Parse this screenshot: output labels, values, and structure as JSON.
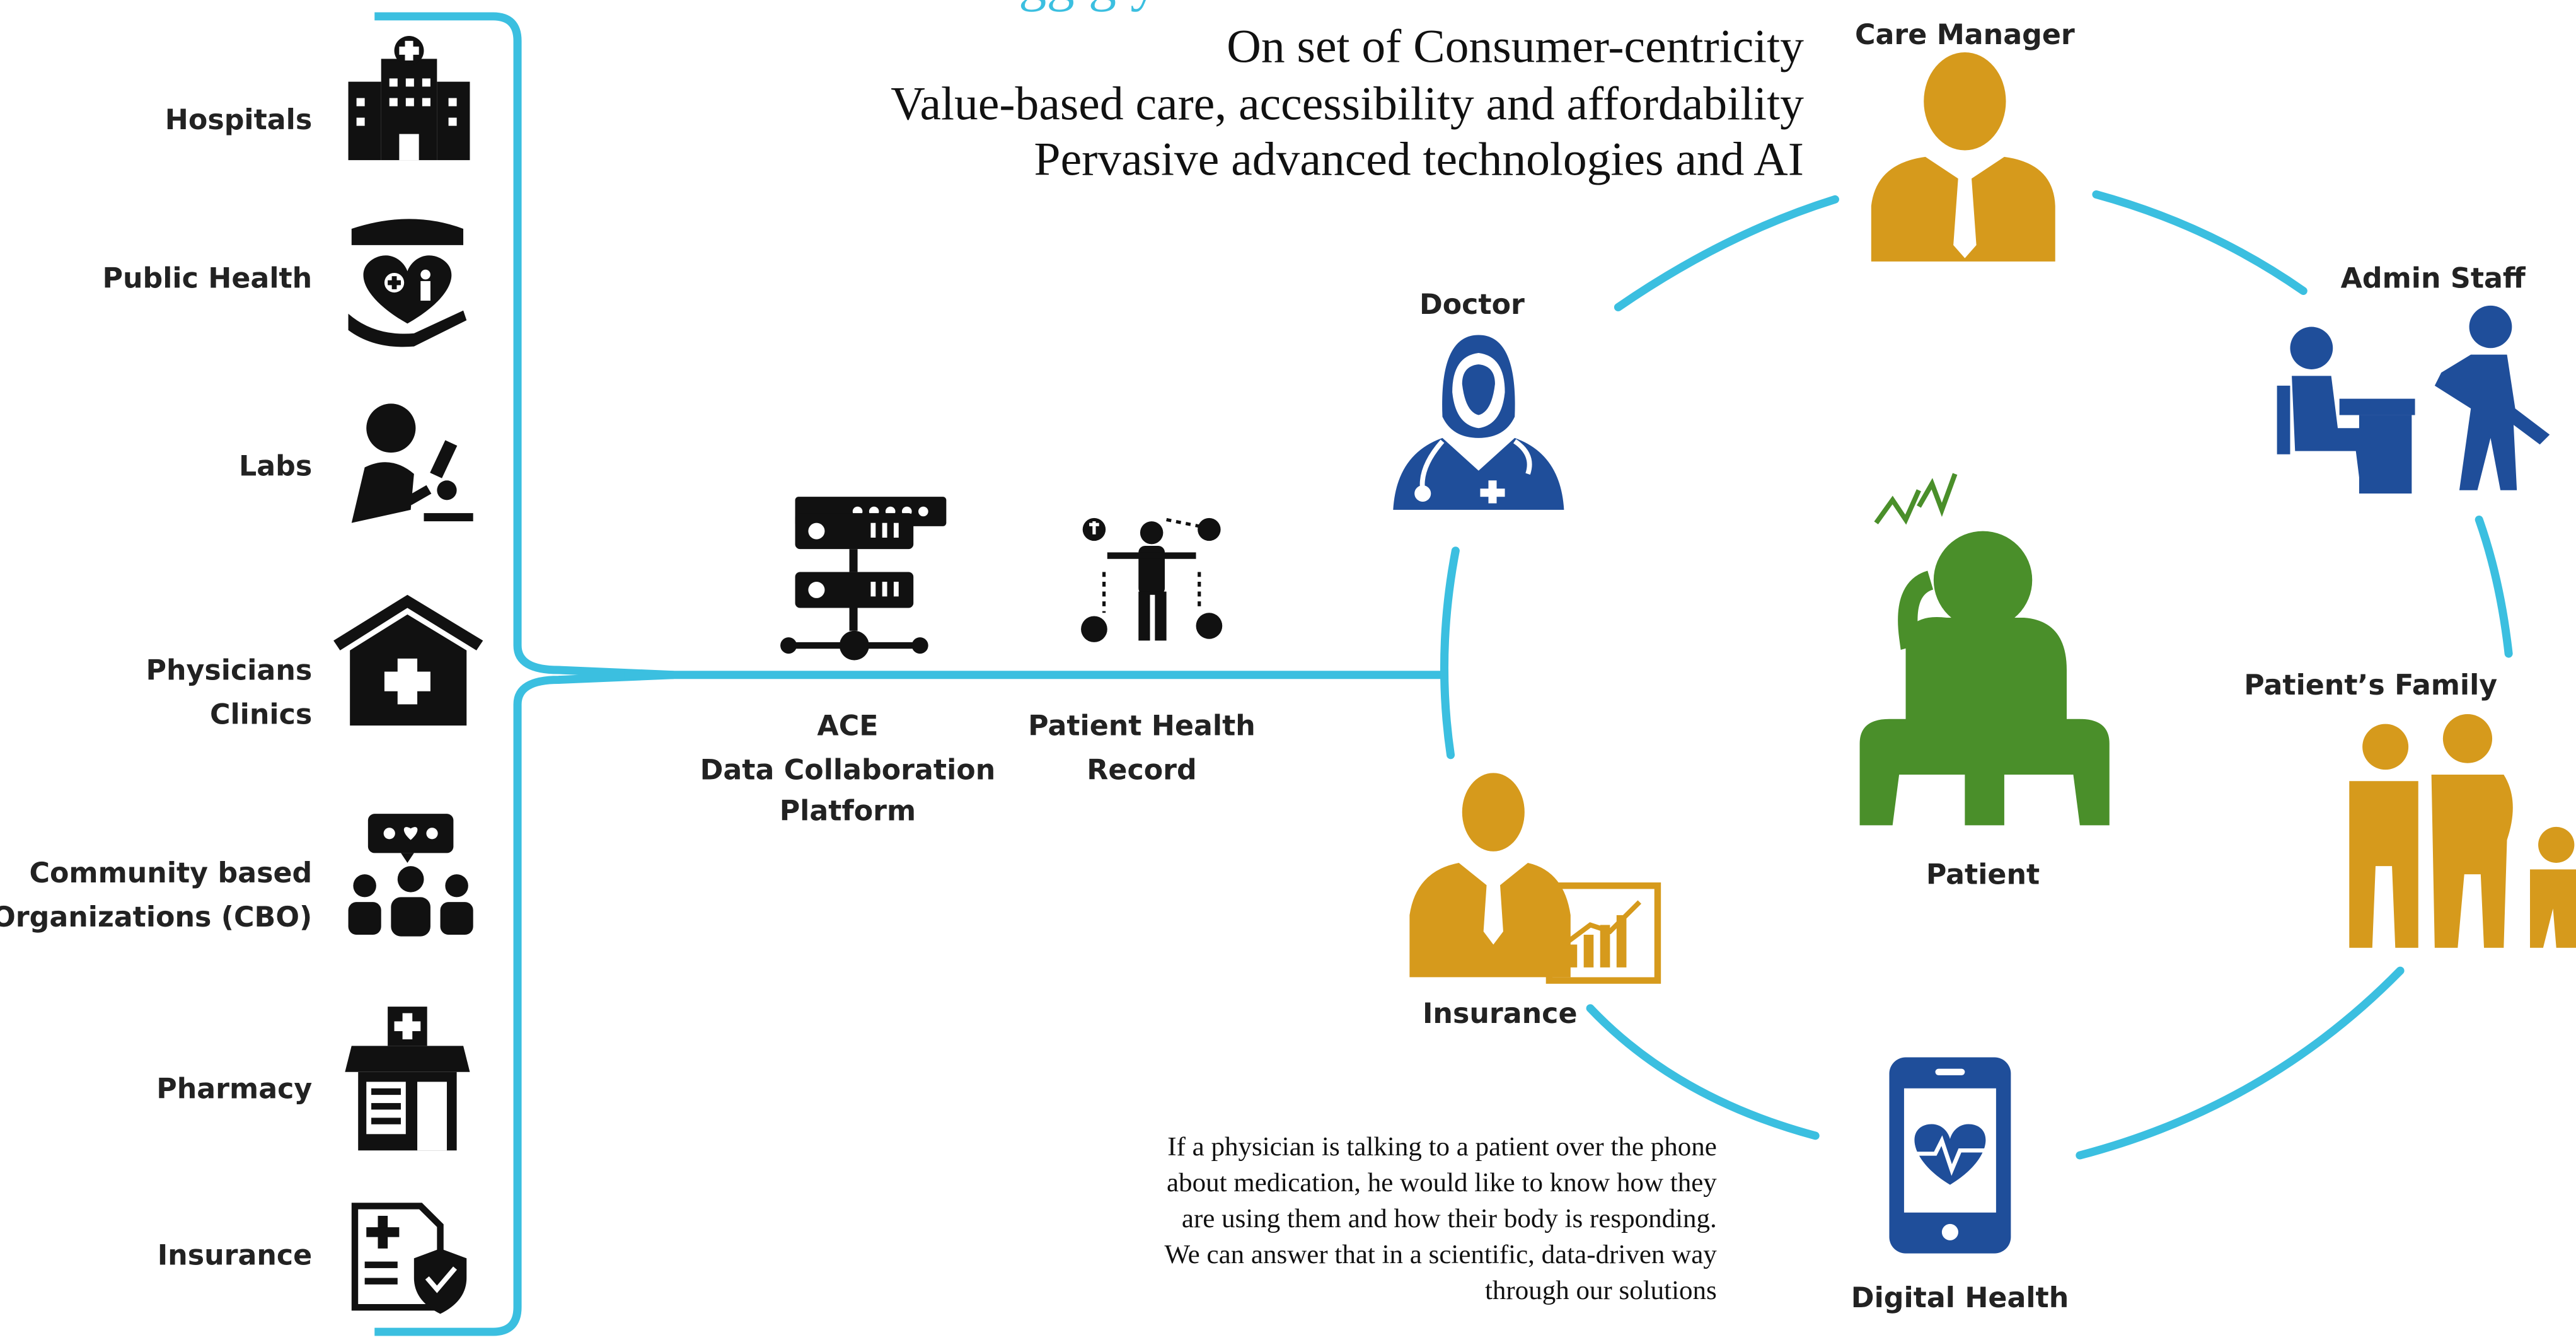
{
  "colors": {
    "accent": "#3bbfe0",
    "dark": "#111111",
    "blue": "#1f4e9a",
    "gold": "#d69a1c",
    "green": "#4a8f2a"
  },
  "header": {
    "lines": [
      "On set of Consumer-centricity",
      "Value-based care, accessibility and affordability",
      "Pervasive advanced technologies and AI"
    ]
  },
  "stakeholders": [
    {
      "line1": "Hospitals",
      "line2": "",
      "icon": "hospital-icon"
    },
    {
      "line1": "Public Health",
      "line2": "",
      "icon": "public-health-icon"
    },
    {
      "line1": "Labs",
      "line2": "",
      "icon": "lab-icon"
    },
    {
      "line1": "Physicians",
      "line2": "Clinics",
      "icon": "clinic-icon"
    },
    {
      "line1": "Community based",
      "line2": "Organizations (CBO)",
      "icon": "community-icon"
    },
    {
      "line1": "Pharmacy",
      "line2": "",
      "icon": "pharmacy-icon"
    },
    {
      "line1": "Insurance",
      "line2": "",
      "icon": "insurance-document-icon"
    }
  ],
  "platform": {
    "ace_lines": [
      "ACE",
      "Data Collaboration",
      "Platform"
    ],
    "phr_lines": [
      "Patient Health",
      "Record"
    ]
  },
  "circle": {
    "care_manager": "Care Manager",
    "admin_staff": "Admin Staff",
    "doctor": "Doctor",
    "patient": "Patient",
    "patients_family": "Patient’s Family",
    "insurance": "Insurance",
    "digital_health": "Digital Health"
  },
  "quote_lines": [
    "If a physician is talking to a patient over the phone",
    "about medication, he would like to know how they",
    "are using them and how their body is responding.",
    "We can answer that in a scientific, data-driven way",
    "through our solutions"
  ]
}
